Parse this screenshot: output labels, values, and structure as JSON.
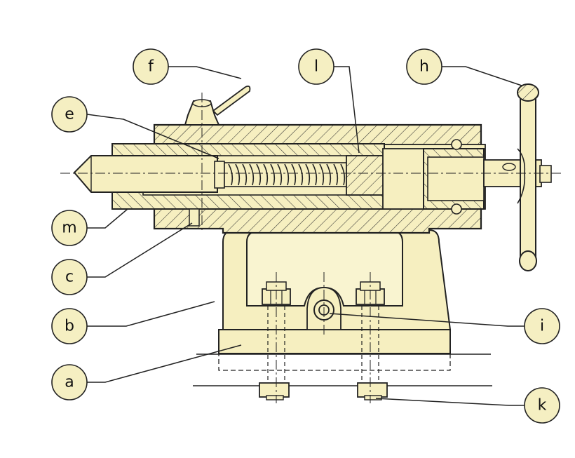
{
  "colors": {
    "paper": "#ffffff",
    "part_fill": "#f6efc0",
    "callout_fill": "#f5efc2",
    "ink": "#222222"
  },
  "labels": {
    "f": "f",
    "l": "l",
    "h": "h",
    "e": "e",
    "m": "m",
    "c": "c",
    "b": "b",
    "i": "i",
    "a": "a",
    "k": "k"
  }
}
